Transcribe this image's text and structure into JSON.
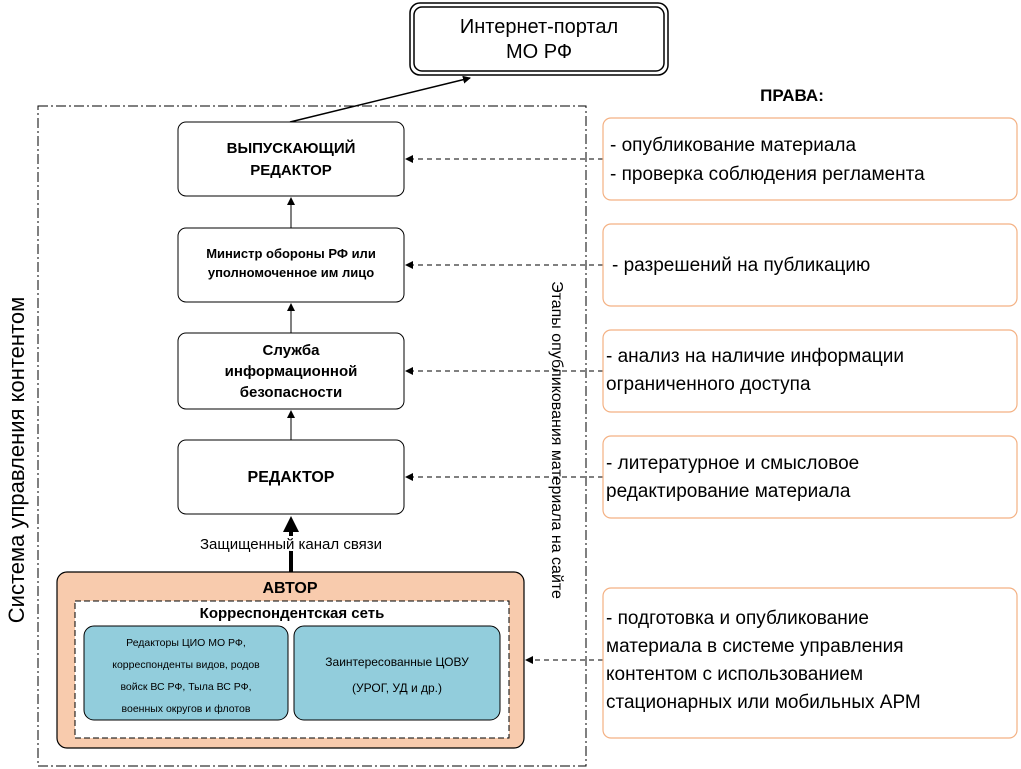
{
  "portal": {
    "line1": "Интернет-портал",
    "line2": "МО РФ"
  },
  "rights_title": "ПРАВА:",
  "side_label": "Система управления контентом",
  "stages_label": "Этапы опубликования материала на сайте",
  "blocks": {
    "release_editor": {
      "line1": "ВЫПУСКАЮЩИЙ",
      "line2": "РЕДАКТОР"
    },
    "minister": {
      "line1": "Министр обороны РФ или",
      "line2": "уполномоченное им лицо"
    },
    "security": {
      "line1": "Служба",
      "line2": "информационной",
      "line3": "безопасности"
    },
    "editor": {
      "label": "РЕДАКТОР"
    }
  },
  "channel_label": "Защищенный канал связи",
  "author": {
    "title": "АВТОР",
    "network_title": "Корреспондентская сеть",
    "left_box": {
      "line1": "Редакторы ЦИО МО РФ,",
      "line2": "корреспонденты  видов, родов",
      "line3": "войск ВС РФ, Тыла ВС РФ,",
      "line4": "военных округов и флотов"
    },
    "right_box": {
      "line1": "Заинтересованные ЦОВУ",
      "line2": "(УРОГ, УД и др.)"
    }
  },
  "rights": {
    "r1": {
      "line1": "- опубликование материала",
      "line2": "- проверка соблюдения регламента"
    },
    "r2": {
      "line1": "- разрешений на публикацию"
    },
    "r3": {
      "line1": " - анализ на наличие информации",
      "line2": "ограниченного доступа"
    },
    "r4": {
      "line1": " - литературное и смысловое",
      "line2": "редактирование материала"
    },
    "r5": {
      "line1": " - подготовка и опубликование",
      "line2": "материала в системе управления",
      "line3": "контентом с использованием",
      "line4": "стационарных или мобильных АРМ"
    }
  },
  "colors": {
    "author_fill": "#f8cbad",
    "author_stroke": "#c0504d",
    "network_fill": "#ffffff",
    "inner_box_fill": "#92cddc",
    "rights_border": "#f4b183"
  }
}
